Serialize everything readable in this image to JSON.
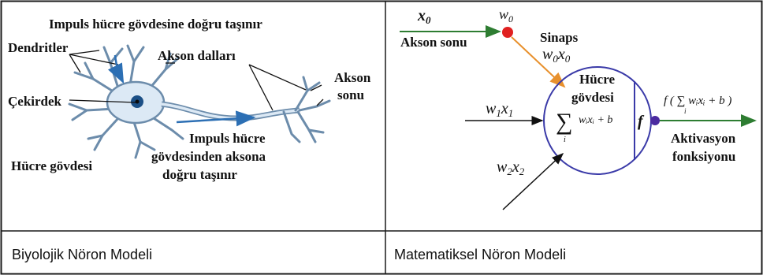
{
  "colors": {
    "border": "#1a1a1a",
    "neuron_fill": "#dce9f5",
    "neuron_stroke": "#6c8cab",
    "arrow_blue": "#2c6fb4",
    "green_line": "#2e7d32",
    "red_dot": "#e02020",
    "orange_line": "#e8902c",
    "circle_stroke": "#3a3aa8",
    "purple_dot": "#4b2aa0"
  },
  "biological": {
    "caption": "Biyolojik Nöron Modeli",
    "impulse_to_body": "Impuls hücre gövdesine doğru taşınır",
    "dendrites": "Dendritler",
    "axon_branches": "Akson dalları",
    "axon_end_line1": "Akson",
    "axon_end_line2": "sonu",
    "nucleus": "Çekirdek",
    "impulse_to_axon_line1": "Impuls hücre",
    "impulse_to_axon_line2": "gövdesinden aksona",
    "impulse_to_axon_line3": "doğru taşınır",
    "cell_body": "Hücre gövdesi"
  },
  "mathematical": {
    "caption": "Matematiksel Nöron Modeli",
    "x0": "x",
    "x0_sub": "0",
    "axon_end": "Akson sonu",
    "w0": "w",
    "w0_sub": "0",
    "synapse": "Sinaps",
    "w0x0_a": "w",
    "w0x0_a_sub": "0",
    "w0x0_b": "x",
    "w0x0_b_sub": "0",
    "cell_body_line1": "Hücre",
    "cell_body_line2": "gövdesi",
    "w1x1_a": "w",
    "w1x1_a_sub": "1",
    "w1x1_b": "x",
    "w1x1_b_sub": "1",
    "w2x2_a": "w",
    "w2x2_a_sub": "2",
    "w2x2_b": "x",
    "w2x2_b_sub": "2",
    "sum_symbol": "∑",
    "sum_index": "i",
    "sum_term": "wᵢxᵢ + b",
    "activation_symbol": "f",
    "output_expr": "f ( ∑ wᵢxᵢ + b )",
    "output_index": "i",
    "activation_line1": "Aktivasyon",
    "activation_line2": "fonksiyonu"
  }
}
